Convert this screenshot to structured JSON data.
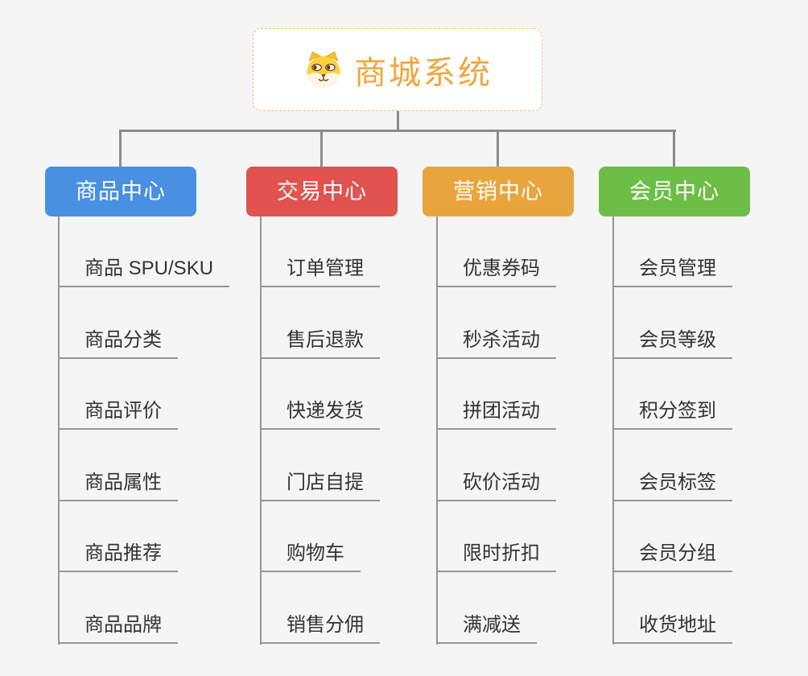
{
  "root": {
    "label": "商城系统",
    "icon": "dog-face-icon"
  },
  "branches": [
    {
      "id": "product-center",
      "label": "商品中心",
      "color": "#4a90e2",
      "items": [
        "商品 SPU/SKU",
        "商品分类",
        "商品评价",
        "商品属性",
        "商品推荐",
        "商品品牌"
      ]
    },
    {
      "id": "trade-center",
      "label": "交易中心",
      "color": "#e0534e",
      "items": [
        "订单管理",
        "售后退款",
        "快递发货",
        "门店自提",
        "购物车",
        "销售分佣"
      ]
    },
    {
      "id": "marketing-center",
      "label": "营销中心",
      "color": "#e9a53d",
      "items": [
        "优惠券码",
        "秒杀活动",
        "拼团活动",
        "砍价活动",
        "限时折扣",
        "满减送"
      ]
    },
    {
      "id": "member-center",
      "label": "会员中心",
      "color": "#6dbe46",
      "items": [
        "会员管理",
        "会员等级",
        "积分签到",
        "会员标签",
        "会员分组",
        "收货地址"
      ]
    }
  ],
  "colors": {
    "background": "#f5f5f5",
    "connector": "#8c8c8c",
    "leaf_line": "#969696",
    "leaf_text": "#333333",
    "root_accent": "#f0a63c",
    "root_border": "#f3ba60"
  }
}
